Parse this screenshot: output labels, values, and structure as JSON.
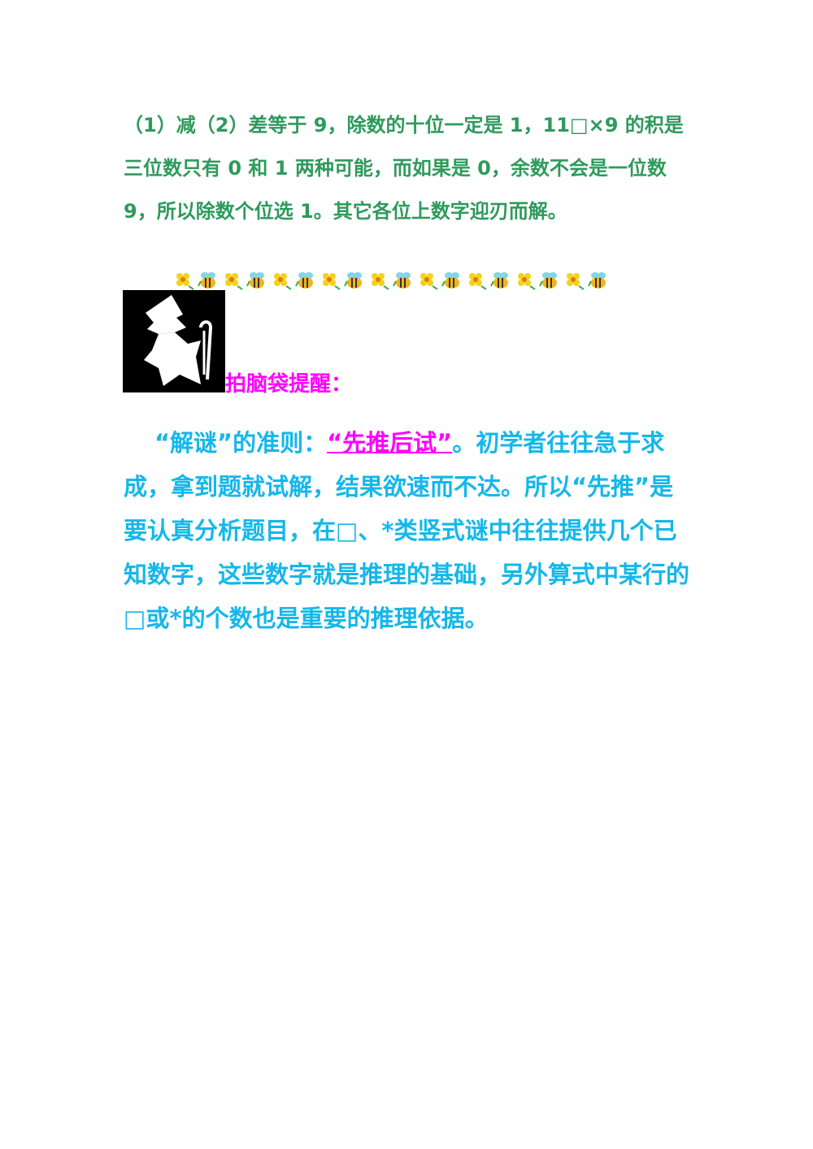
{
  "paragraph1": "（1）减（2）差等于 9，除数的十位一定是 1，11□×9 的积是三位数只有 0 和 1 两种可能，而如果是 0，余数不会是一位数 9，所以除数个位选 1。其它各位上数字迎刃而解。",
  "decoration": {
    "icons": [
      "flower-icon",
      "bee-icon",
      "flower-icon",
      "bee-icon",
      "flower-icon",
      "bee-icon",
      "flower-icon",
      "bee-icon",
      "flower-icon",
      "bee-icon",
      "flower-icon",
      "bee-icon",
      "flower-icon",
      "bee-icon",
      "flower-icon",
      "bee-icon",
      "flower-icon",
      "bee-icon"
    ],
    "colors": {
      "flower": "#f4d21c",
      "bee": "#f2b320",
      "leaf": "#3cb043"
    }
  },
  "reminder_label": "拍脑袋提醒：",
  "paragraph2": {
    "part1": "“解谜”的准则：",
    "highlight": "“先推后试”",
    "part2": "。初学者往往急于求成，拿到题就试解，结果欲速而不达。所以“先推”是要认真分析题目，在□、*类竖式谜中往往提供几个已知数字，这些数字就是推理的基础，另外算式中某行的□或*的个数也是重要的推理依据。"
  },
  "colors": {
    "paragraph1": "#2e9a5c",
    "paragraph2": "#15b7ea",
    "accent": "#ff00ff"
  }
}
